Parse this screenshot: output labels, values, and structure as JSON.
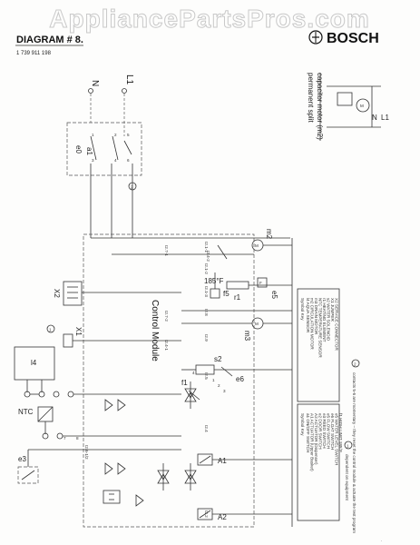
{
  "watermark": "AppliancePartsPros.com",
  "header": {
    "diagram": "DIAGRAM # 8.",
    "part_no": "1 739 911 198",
    "brand": "BOSCH"
  },
  "supply": {
    "neutral": "N",
    "line": "L1"
  },
  "module_label": "Control Module",
  "motor_inset": {
    "title_1": "permanent split",
    "title_2": "capacitor motor (m2)",
    "n": "N",
    "l1": "L1"
  },
  "components": {
    "a1": "a1",
    "e0": "e0",
    "a1b": "A1",
    "a2": "A2",
    "e3": "e3",
    "ntc": "NTC",
    "l4": "l4",
    "x1": "X1",
    "x2": "X2",
    "m2": "m2",
    "m3": "m3",
    "e5": "e5",
    "e6": "e6",
    "r1": "r1",
    "f1": "f1",
    "f5": "f5",
    "s2": "s2",
    "temp": "185°F"
  },
  "connectors": {
    "i2_1_1": "I2.1-1",
    "i2_1_2": "I2.1-2",
    "i2_1_3": "I2.1-3",
    "i2_8": "I2.8",
    "i2_9": "I2.9",
    "i2_5": "I2.5",
    "i2_6_1_2": "I2.6-1/2",
    "i2_4": "I2.4",
    "i2_2": "I2.2",
    "i2_7_1": "I2.7-1",
    "i2_7_2": "I2.7-2",
    "i2_4_1": "I2.4-1",
    "i2_4_2": "I2.4-2"
  },
  "terminals": [
    "1",
    "2",
    "3",
    "4",
    "5",
    "6",
    "7",
    "8",
    "1",
    "2",
    "3",
    "4"
  ],
  "symbol_key_1": {
    "title": "Symbol Key",
    "items": [
      "a1  ON/OFF SWITCH",
      "A1  ACTUATOR (Upper Basket)",
      "A2  ACTUATOR (Dispenser)",
      "e2  DOOR SWITCH",
      "e3  REED SWITCH",
      "e5  FLOW SWITCH",
      "e6  FLOAT SWITCH",
      "e5  WATER LEVEL SWITCH",
      "f1  HIGH LIMIT 185°F"
    ]
  },
  "symbol_key_2": {
    "title": "Symbol Key",
    "items": [
      "l4  AQUA SENSOR",
      "m2  CIRCULATION MOTOR",
      "m3  DRAIN MOTOR",
      "NTC TEMPERATURE SENSOR",
      "r1  HEATING ELEMENT",
      "s2  WATER SOLENOID",
      "X1  JUMPER",
      "X2  SERVICE CONNECTOR"
    ]
  },
  "notes": [
    "dependent on equipment",
    "contacts 5-6 are momentary – they reset the control module & actuate the test program"
  ],
  "note_markers": [
    "1",
    "2"
  ]
}
